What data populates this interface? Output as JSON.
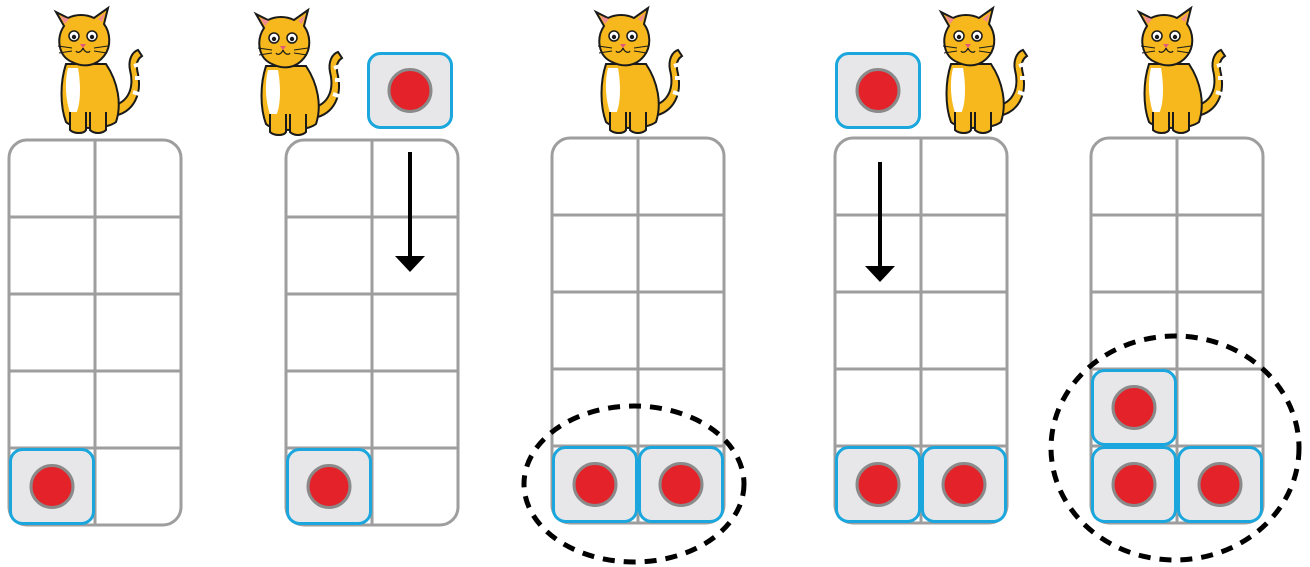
{
  "colors": {
    "grid_stroke": "#9e9e9e",
    "counter_border": "#1ba7dd",
    "counter_fill": "#e7e7e9",
    "dot_fill": "#e42229",
    "dot_ring": "#8a8a8a",
    "arrow": "#000000",
    "cat_body": "#f6b81c",
    "cat_outline": "#1a1a1a",
    "cat_white": "#ffffff",
    "ring_dashed": "#000000"
  },
  "icons": {
    "cat": "cat-icon",
    "counter": "red-counter-icon",
    "arrow": "down-arrow-icon",
    "grouping": "dashed-circle-icon"
  },
  "panels": [
    {
      "id": 1,
      "frame_counters": 1,
      "layout": "bottom-left",
      "pending_counter": null,
      "arrow": null,
      "grouped": false
    },
    {
      "id": 2,
      "frame_counters": 1,
      "layout": "bottom-left",
      "pending_counter": "right-of-cat",
      "arrow": "right-column",
      "grouped": false
    },
    {
      "id": 3,
      "frame_counters": 2,
      "layout": "bottom-row",
      "pending_counter": null,
      "arrow": null,
      "grouped": true
    },
    {
      "id": 4,
      "frame_counters": 2,
      "layout": "bottom-row",
      "pending_counter": "left-of-cat",
      "arrow": "left-column",
      "grouped": false
    },
    {
      "id": 5,
      "frame_counters": 3,
      "layout": "bottom-row-plus-one",
      "pending_counter": null,
      "arrow": null,
      "grouped": true
    }
  ]
}
